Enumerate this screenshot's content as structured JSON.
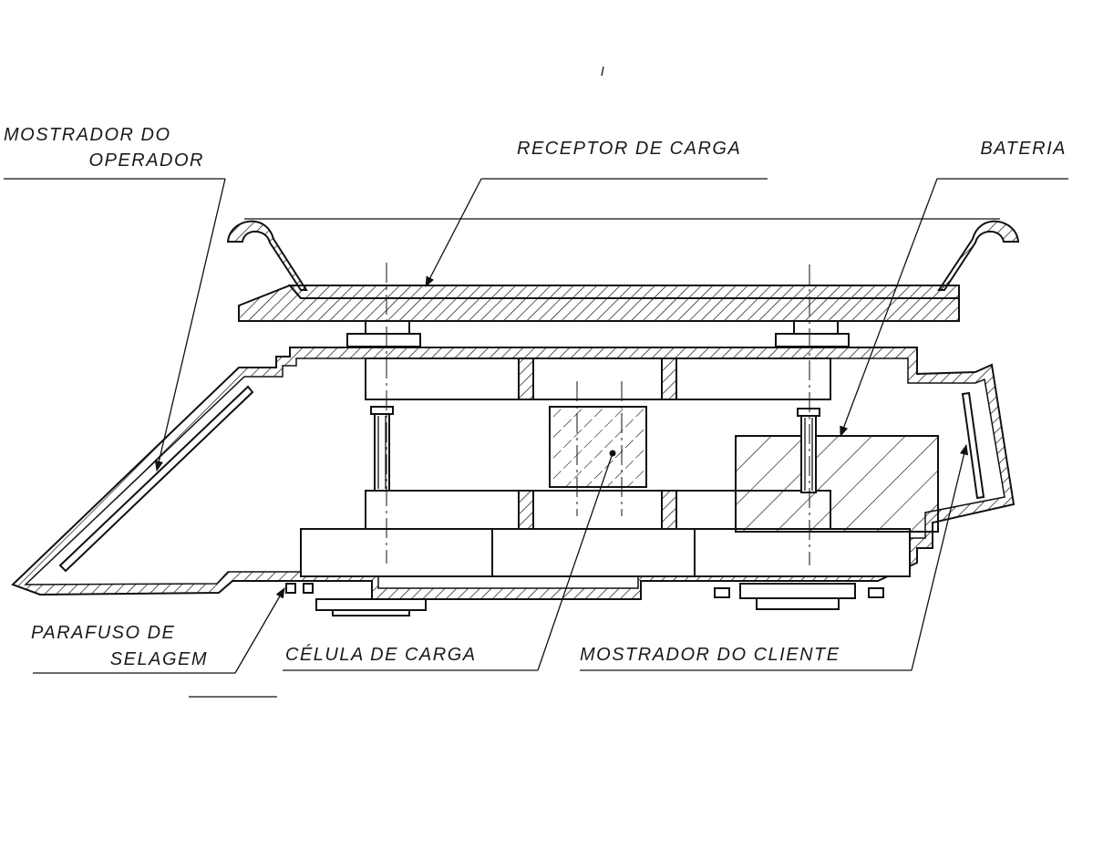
{
  "labels": {
    "operator_display": [
      "MOSTRADOR DO",
      "OPERADOR"
    ],
    "load_receptor": "RECEPTOR DE CARGA",
    "battery": "BATERIA",
    "sealing_screw": [
      "PARAFUSO DE",
      "SELAGEM"
    ],
    "load_cell": "CÉLULA DE CARGA",
    "customer_display": "MOSTRADOR DO CLIENTE"
  }
}
